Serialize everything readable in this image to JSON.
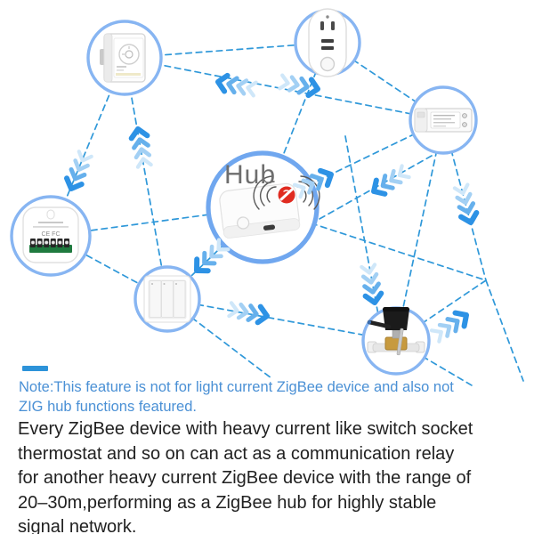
{
  "diagram": {
    "hub_label": "Hub",
    "node_names": [
      "thermostat",
      "smart-plug",
      "relay-module",
      "zigbee-hub",
      "switch-module",
      "wall-switch",
      "gas-valve-controller"
    ],
    "module_marks": "CE FC",
    "colors": {
      "dashed_line": "#2f98d9",
      "node_ring": "#87b5f2",
      "hub_ring": "#70a7ef",
      "arrow_tail": "#cfe7f9",
      "arrow_head": "#2d92e5",
      "no_signal_icon": "#e02b20"
    }
  },
  "note": {
    "lines": [
      "Note:This feature is not for light current ZigBee device and also not",
      "ZIG hub functions featured."
    ]
  },
  "description": {
    "lines": [
      "Every ZigBee device with heavy current like switch socket",
      "thermostat and so on can act as a communication relay",
      "for another heavy current ZigBee device with the range of",
      "20–30m,performing as a ZigBee hub for highly stable",
      "signal network."
    ]
  }
}
